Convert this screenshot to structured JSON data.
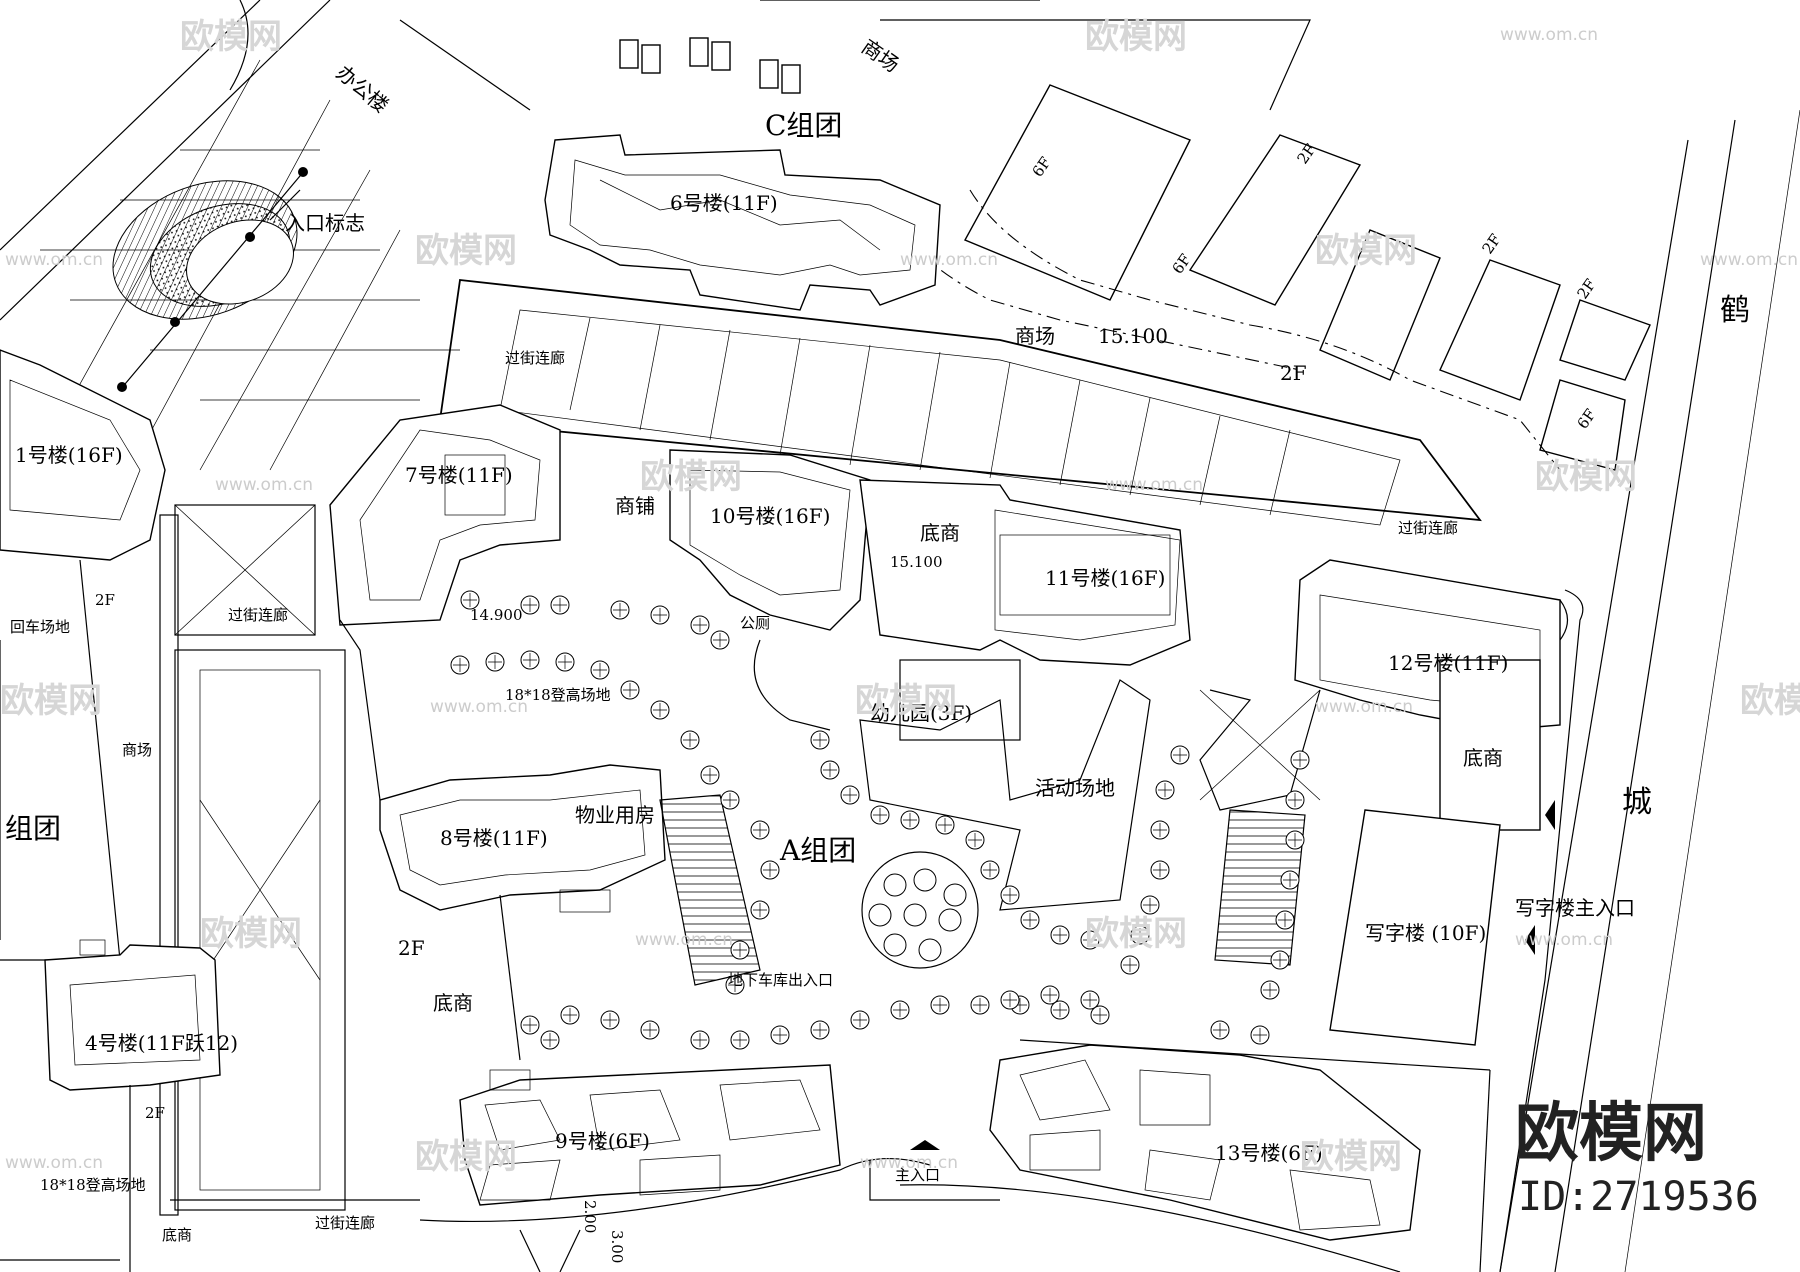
{
  "labels": {
    "office_top": "办公楼",
    "mall_top": "商场",
    "group_c": "C组团",
    "bldg6": "6号楼(11F)",
    "entrance_sign": "入口标志",
    "bridge_top": "过街连廊",
    "mall_mid": "商场",
    "mall_height": "15.100",
    "mall_2f": "2F",
    "bldg1": "1号楼(16F)",
    "bldg7": "7号楼(11F)",
    "shops": "商铺",
    "bldg10": "10号楼(16F)",
    "ground_retail_a": "底商",
    "elev_a": "15.100",
    "bldg11": "11号楼(16F)",
    "bridge_right": "过街连廊",
    "bridge_left": "过街连廊",
    "elev_b": "14.900",
    "toilet": "公厕",
    "bldg12": "12号楼(11F)",
    "turnaround": "回车场地",
    "left_2f": "2F",
    "climb_field": "18*18登高场地",
    "kindergarten": "幼儿园(3F)",
    "mall_left": "商场",
    "activity": "活动场地",
    "ground_retail_b": "底商",
    "group_left": "组团",
    "bldg8": "8号楼(11F)",
    "property": "物业用房",
    "group_a": "A组团",
    "office_tower": "写字楼 (10F)",
    "office_entrance": "写字楼主入口",
    "a_2f": "2F",
    "garage": "地下车库出入口",
    "ground_retail_c": "底商",
    "bldg4": "4号楼(11F跃12)",
    "left_2f_b": "2F",
    "climb_field_b": "18*18登高场地",
    "bldg9": "9号楼(6F)",
    "main_entrance": "主入口",
    "bldg13": "13号楼(6F)",
    "bridge_bottom": "过街连廊",
    "ground_retail_d": "底商",
    "road_char_1": "鹤",
    "road_char_2": "城",
    "nb_6f_a": "6F",
    "nb_6f_b": "6F",
    "nb_2f_a": "2F",
    "nb_2f_b": "2F",
    "nb_2f_c": "2F",
    "nb_6f_c": "6F",
    "dim_a": "2.00",
    "dim_b": "3.00"
  },
  "watermark": {
    "site": "www.om.cn",
    "brand_small": "欧模网",
    "brand": "欧模网",
    "id": "ID:2719536"
  }
}
